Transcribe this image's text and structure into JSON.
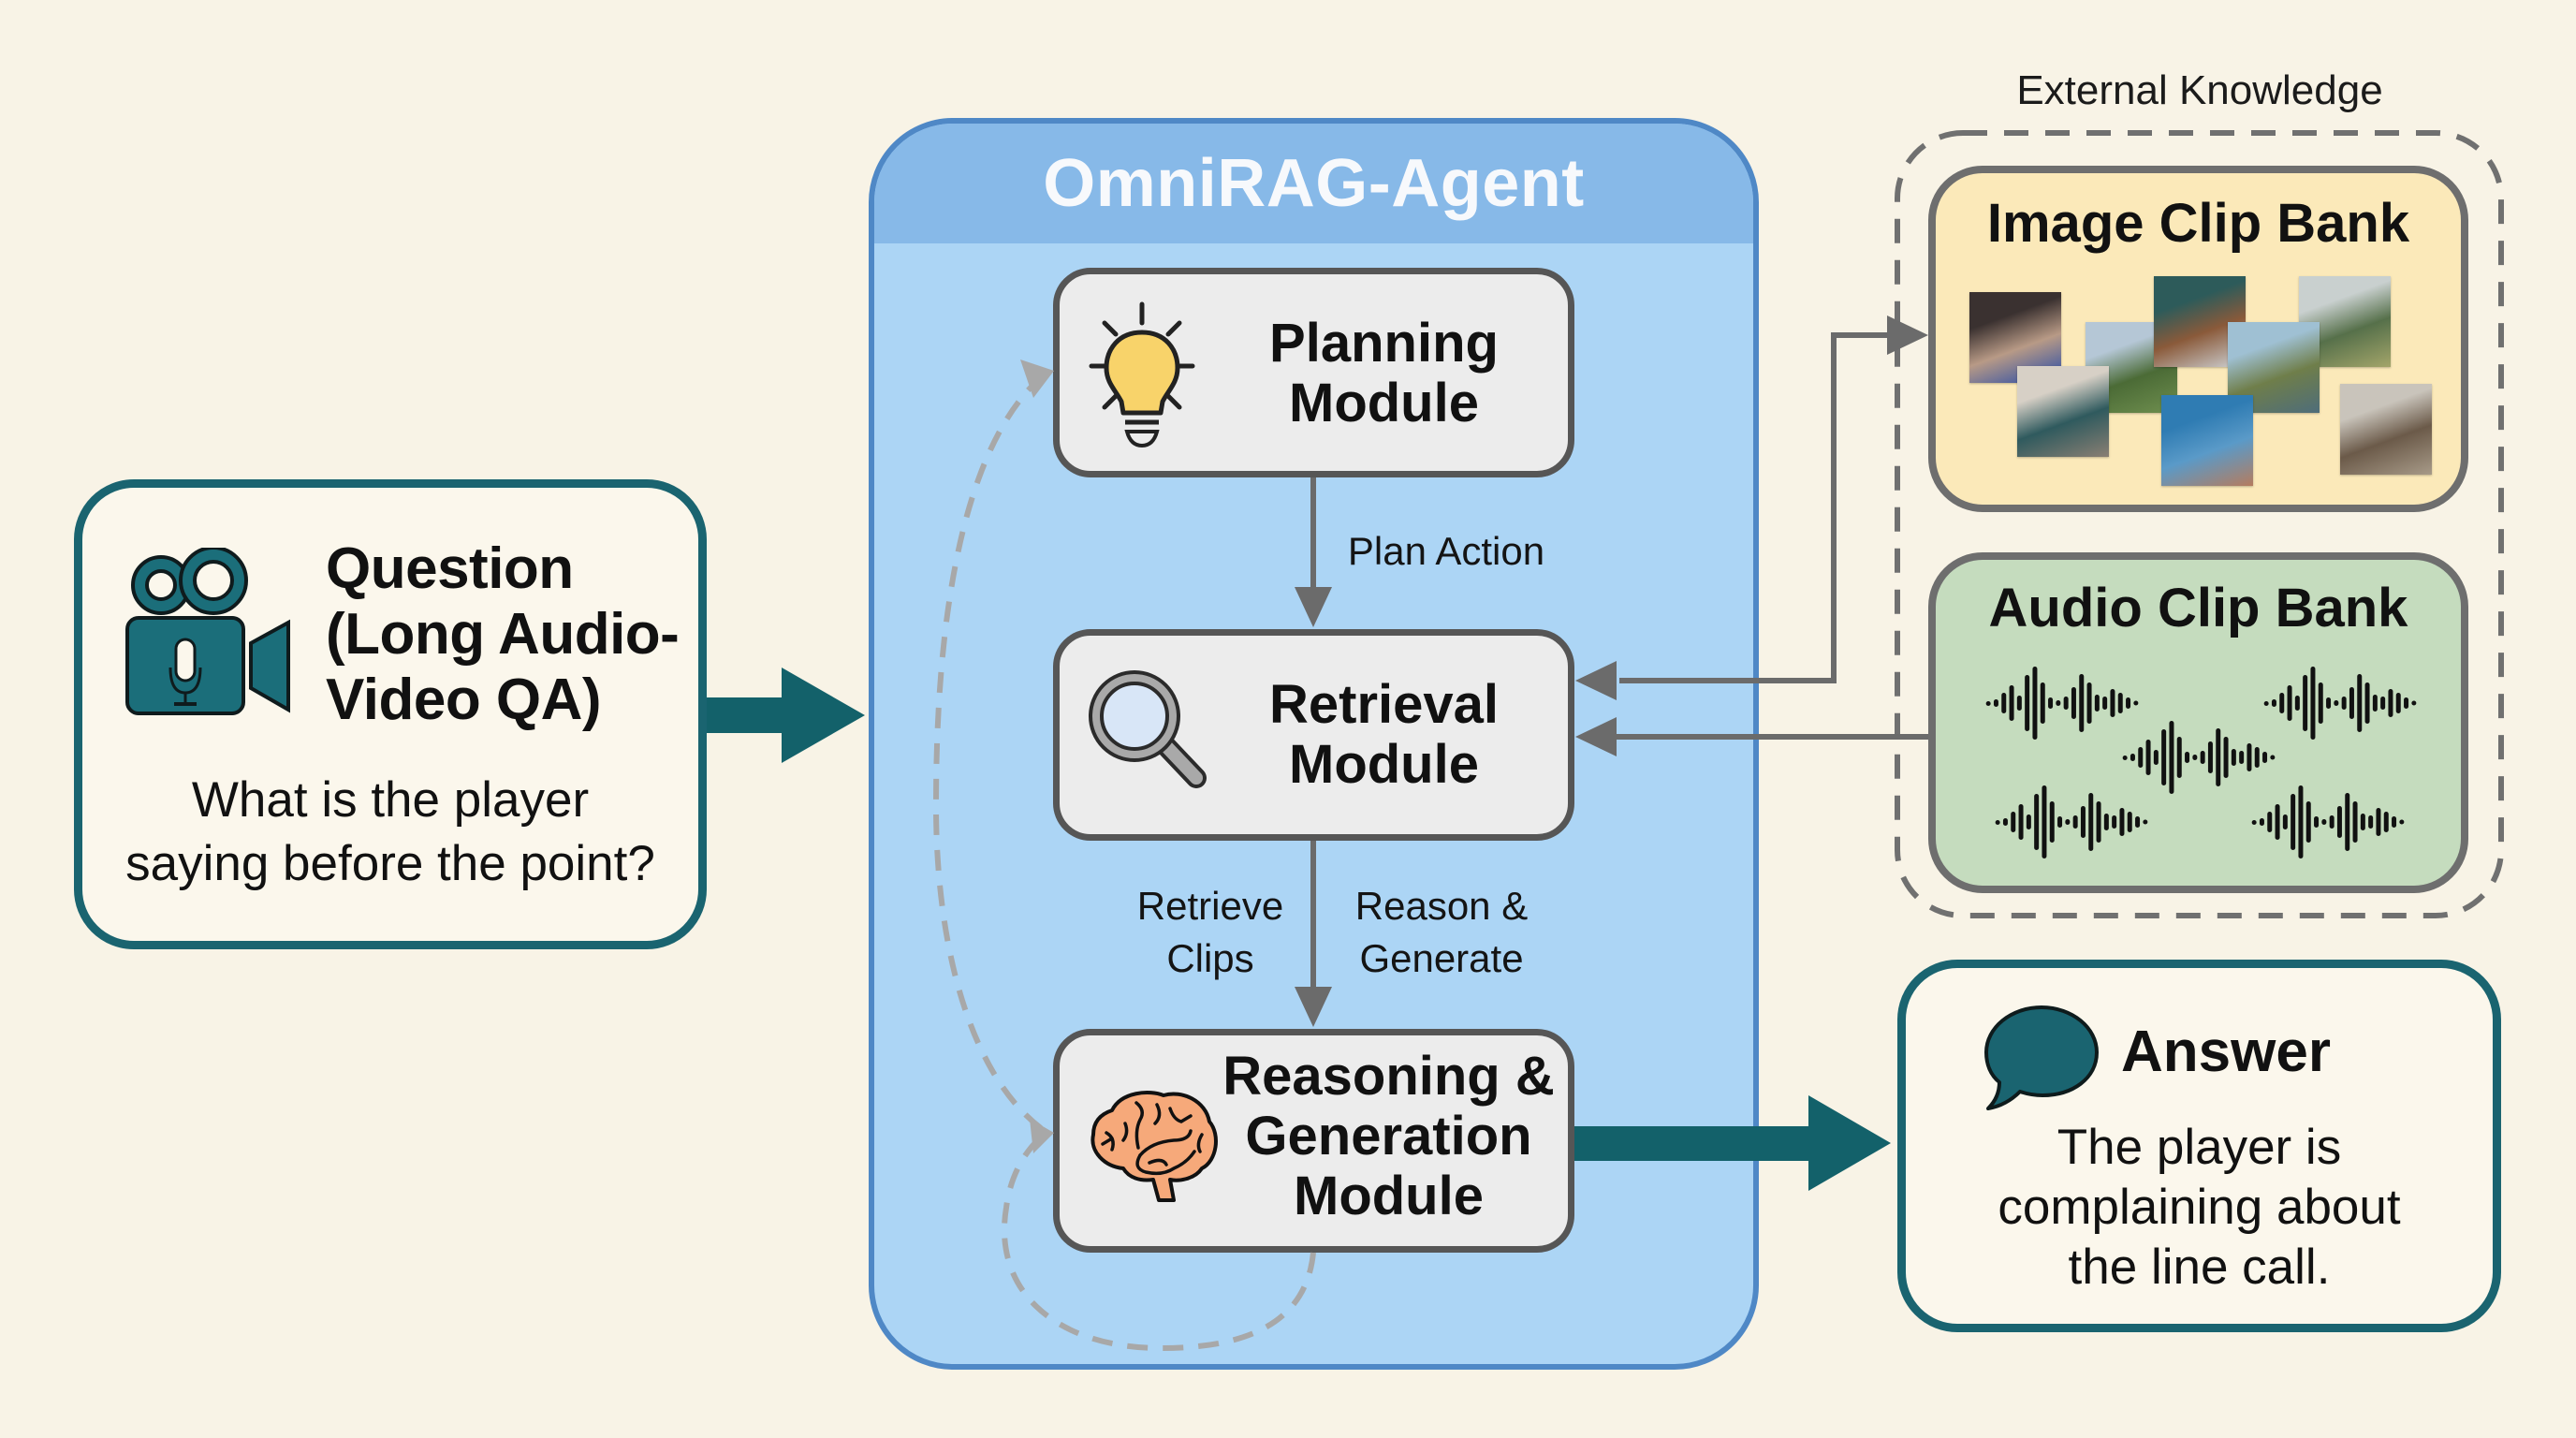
{
  "question": {
    "title": "Question\n(Long Audio-\nVideo QA)",
    "text": "What is the player\nsaying before the point?",
    "icon": "video-camera-microphone-icon"
  },
  "agent": {
    "title": "OmniRAG-Agent",
    "modules": [
      {
        "label": "Planning\nModule",
        "icon": "lightbulb-icon"
      },
      {
        "label": "Retrieval\nModule",
        "icon": "magnifying-glass-icon"
      },
      {
        "label": "Reasoning &\nGeneration\nModule",
        "icon": "brain-icon"
      }
    ],
    "edges": {
      "plan_action": "Plan Action",
      "retrieve_clips": "Retrieve\nClips",
      "reason_generate": "Reason &\nGenerate"
    }
  },
  "external_knowledge": {
    "label": "External Knowledge",
    "image_bank": {
      "title": "Image Clip Bank",
      "thumbnails": [
        {
          "name": "crowd-sports-scene",
          "colors": [
            "#3a3130",
            "#b89a86",
            "#2047a8"
          ]
        },
        {
          "name": "woman-in-forest",
          "colors": [
            "#b5c7d6",
            "#4b6b36",
            "#6f8f4f"
          ]
        },
        {
          "name": "woman-reading",
          "colors": [
            "#2d5b5a",
            "#8a5a3a",
            "#cfd3d6"
          ]
        },
        {
          "name": "person-in-mountain-field",
          "colors": [
            "#c9d0cf",
            "#56704a",
            "#a3a56a"
          ]
        },
        {
          "name": "mountain-lake",
          "colors": [
            "#9fc0d3",
            "#6f7e4a",
            "#4e6d7a"
          ]
        },
        {
          "name": "blurry-figure",
          "colors": [
            "#d7d0c6",
            "#2f5a5e",
            "#8a7f73"
          ]
        },
        {
          "name": "man-blue-sky",
          "colors": [
            "#2f7cb3",
            "#5a9ac8",
            "#b57c5e"
          ]
        },
        {
          "name": "metal-closeup",
          "colors": [
            "#c9c4bb",
            "#6b5a49",
            "#a79a88"
          ]
        }
      ]
    },
    "audio_bank": {
      "title": "Audio Clip Bank",
      "waveform_count": 5
    }
  },
  "answer": {
    "title": "Answer",
    "text": "The player is\ncomplaining about\nthe line call.",
    "icon": "speech-bubble-icon"
  },
  "colors": {
    "teal": "#1a6470",
    "agent_border": "#4f88c6",
    "agent_header": "#87b9e8",
    "agent_body": "#acd5f5",
    "module_fill": "#ececec",
    "arrow_gray": "#6b6b6b",
    "dashed_gray": "#a8a8a8",
    "image_bank_fill": "#fbe9b9",
    "audio_bank_fill": "#c5dcbe",
    "background": "#f8f3e6"
  }
}
